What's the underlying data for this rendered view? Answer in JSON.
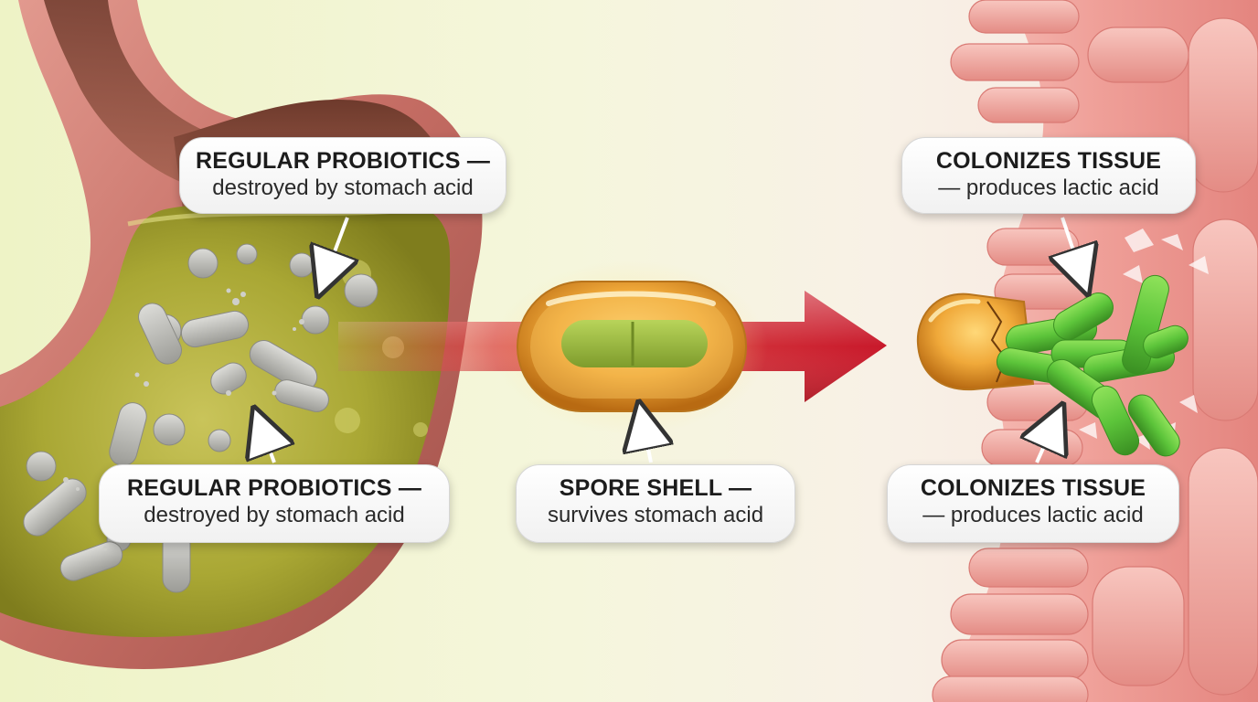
{
  "callouts": {
    "regular_top": {
      "line1": "REGULAR PROBIOTICS —",
      "line2": "destroyed by stomach acid"
    },
    "regular_bottom": {
      "line1": "REGULAR PROBIOTICS —",
      "line2": "destroyed by stomach acid"
    },
    "spore_shell": {
      "line1": "SPORE SHELL —",
      "line2": "survives stomach acid"
    },
    "colonizes_top": {
      "line1": "COLONIZES TISSUE",
      "line2": "— produces lactic acid"
    },
    "colonizes_bottom": {
      "line1": "COLONIZES TISSUE",
      "line2": "— produces lactic acid"
    }
  },
  "colors": {
    "stomach_wall": "#c9736b",
    "stomach_acid": "#a6a332",
    "arrow_red": "#d42a2f",
    "capsule_amber": "#e8a033",
    "bacteria_green": "#5cc43a",
    "dead_bacteria_gray": "#b9b9b4",
    "intestine_pink": "#f1a6a0"
  }
}
